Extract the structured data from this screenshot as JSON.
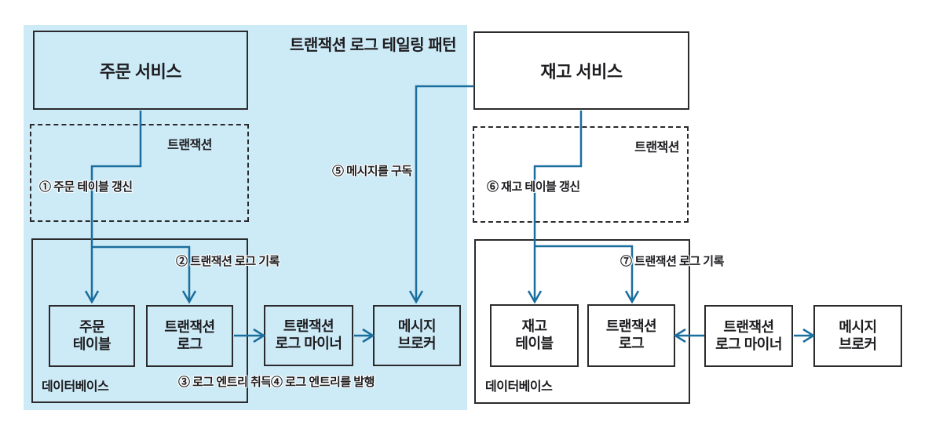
{
  "diagram_title": "트랜잭션 로그 테일링 패턴",
  "colors": {
    "highlight_bg": "#cdeaf7",
    "arrow": "#1a6e9e",
    "box_border": "#2b2b2e",
    "text": "#1d1d20"
  },
  "left_flow": {
    "service_box": "주문 서비스",
    "transaction_boundary": "트랜잭션",
    "database_label": "데이터베이스",
    "order_table": {
      "line1": "주문",
      "line2": "테이블"
    },
    "transaction_log": {
      "line1": "트랜잭션",
      "line2": "로그"
    },
    "log_miner": {
      "line1": "트랜잭션",
      "line2": "로그 마이너"
    },
    "message_broker": {
      "line1": "메시지",
      "line2": "브로커"
    },
    "steps": {
      "s1": "① 주문 테이블 갱신",
      "s2": "② 트랜잭션 로그 기록",
      "s3": "③ 로그 엔트리 취득",
      "s4": "④ 로그 엔트리를 발행",
      "s5": "⑤ 메시지를 구독"
    }
  },
  "right_flow": {
    "service_box": "재고 서비스",
    "transaction_boundary": "트랜잭션",
    "database_label": "데이터베이스",
    "inventory_table": {
      "line1": "재고",
      "line2": "테이블"
    },
    "transaction_log": {
      "line1": "트랜잭션",
      "line2": "로그"
    },
    "log_miner": {
      "line1": "트랜잭션",
      "line2": "로그 마이너"
    },
    "message_broker": {
      "line1": "메시지",
      "line2": "브로커"
    },
    "steps": {
      "s6": "⑥ 재고 테이블 갱신",
      "s7": "⑦ 트랜잭션 로그 기록"
    }
  }
}
